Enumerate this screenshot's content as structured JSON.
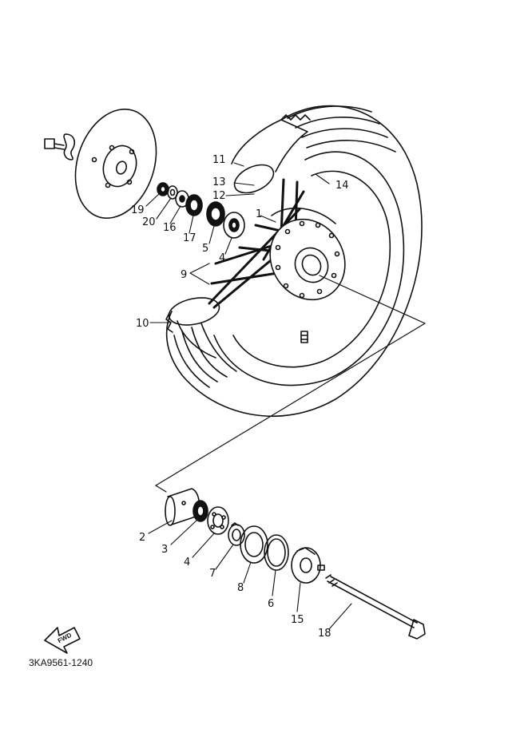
{
  "diagram": {
    "part_code": "3KA9561-1240",
    "fwd_label": "FWD",
    "callouts": {
      "c1": "1",
      "c2": "2",
      "c3": "3",
      "c4a": "4",
      "c4b": "4",
      "c5": "5",
      "c6": "6",
      "c7": "7",
      "c8": "8",
      "c9": "9",
      "c10": "10",
      "c11": "11",
      "c12": "12",
      "c13": "13",
      "c14": "14",
      "c15": "15",
      "c16": "16",
      "c17": "17",
      "c18": "18",
      "c19": "19",
      "c20": "20"
    }
  }
}
